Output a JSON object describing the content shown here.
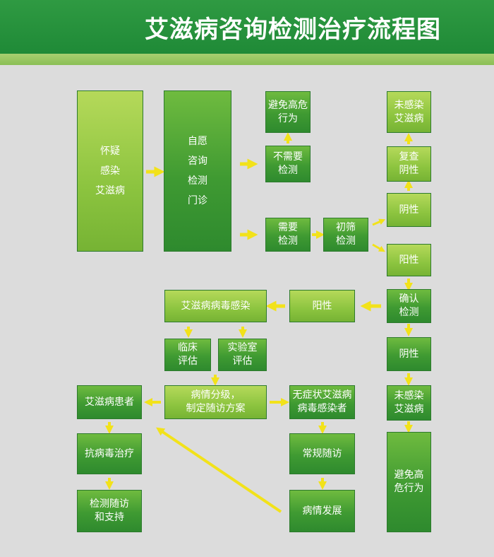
{
  "title": "艾滋病咨询检测治疗流程图",
  "boxes": {
    "suspect": "怀疑\n感染\n艾滋病",
    "vct": "自愿\n咨询\n检测\n门诊",
    "avoid_risk_top": "避免高危\n行为",
    "no_test": "不需要\n检测",
    "need_test": "需要\n检测",
    "screening": "初筛\n检测",
    "not_infected_top": "未感染\n艾滋病",
    "recheck_negative": "复查\n阴性",
    "negative_1": "阴性",
    "positive_1": "阳性",
    "confirm_test": "确认\n检测",
    "negative_2": "阴性",
    "not_infected_bottom": "未感染\n艾滋病",
    "avoid_risk_bottom": "避免高\n危行为",
    "positive_2": "阳性",
    "hiv_infection": "艾滋病病毒感染",
    "clinical_eval": "临床\n评估",
    "lab_eval": "实验室\n评估",
    "grading": "病情分级，\n制定随访方案",
    "aids_patient": "艾滋病患者",
    "asymptomatic": "无症状艾滋病\n病毒感染者",
    "art": "抗病毒治疗",
    "routine_followup": "常规随访",
    "monitoring": "检测随访\n和支持",
    "progression": "病情发展"
  },
  "colors": {
    "header": "#1f8a37",
    "strip": "#8bbf55",
    "box_dark": "#3f9a32",
    "box_light": "#8cc43f",
    "arrow": "#f2e21a",
    "background": "#dcdcdc"
  }
}
